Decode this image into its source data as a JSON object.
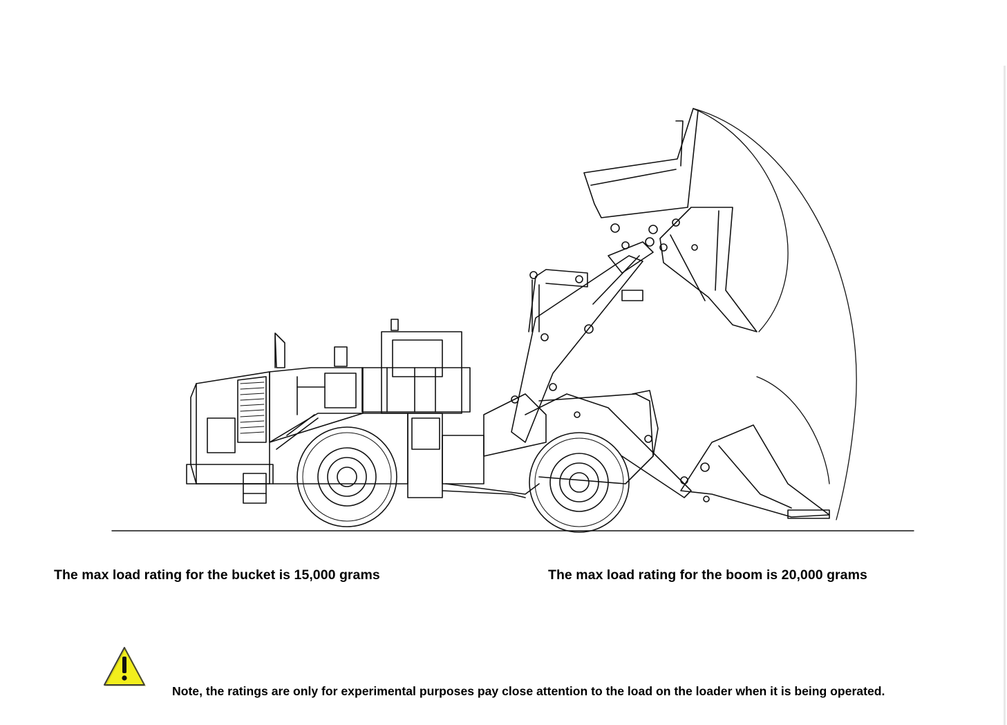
{
  "ratings": {
    "bucket": "The max load rating for the bucket is 15,000 grams",
    "boom": "The max load rating for the boom is 20,000 grams"
  },
  "warning": {
    "icon": "warning-triangle-icon",
    "color": "#f2ee1c",
    "note": "Note, the ratings are only for experimental purposes pay close attention to the load on the loader when it is being operated."
  }
}
